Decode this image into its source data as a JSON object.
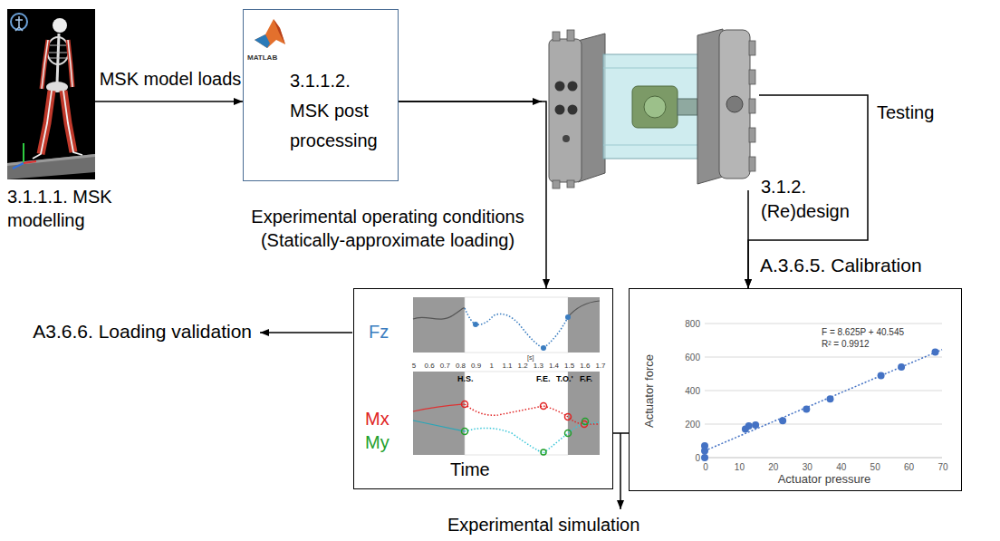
{
  "diagram": {
    "nodes": [
      {
        "text": [
          "3.1.1.1. MSK modelling"
        ]
      },
      {
        "text": [
          "MATLAB",
          "3.1.1.2. MSK post processing"
        ]
      },
      {
        "text": [
          "3.1.2. (Re)design"
        ]
      },
      {
        "text": [
          "Fz",
          "5",
          "0.6",
          "0.7",
          "0.8",
          "0.9",
          "1",
          "1.1",
          "1.2",
          "[s]",
          "1.3",
          "1.4",
          "1.5",
          "1.6",
          "1.7",
          "H.S.",
          "F.E.",
          "T.O.'",
          "F.F.",
          "Mx",
          "My",
          "Time"
        ]
      },
      {
        "text": [
          "A.3.6.5. Calibration",
          "800",
          "600",
          "400",
          "200",
          "0",
          "Actuator force",
          "F = 8.625P + 40.545",
          "R² = 0.9912",
          "0",
          "10",
          "20",
          "30",
          "40",
          "50",
          "60",
          "70",
          "Actuator pressure"
        ]
      }
    ],
    "edges": [
      {
        "from": 0,
        "to": 1,
        "label": "MSK model loads",
        "arrow": "to"
      },
      {
        "from": 1,
        "to": 2,
        "arrow": "to"
      },
      {
        "from": 1,
        "to": 3,
        "label": "Experimental operating conditions (Statically-approximate loading)",
        "arrow": "to"
      },
      {
        "from": 2,
        "to": 4,
        "label": "Testing",
        "arrow": "to"
      },
      {
        "from": 2,
        "to": 4,
        "arrow": "to"
      },
      {
        "from": 3,
        "to": 4,
        "arrow": "none"
      }
    ],
    "labels": [
      "A3.6.6. Loading validation",
      "Experimental simulation"
    ]
  }
}
